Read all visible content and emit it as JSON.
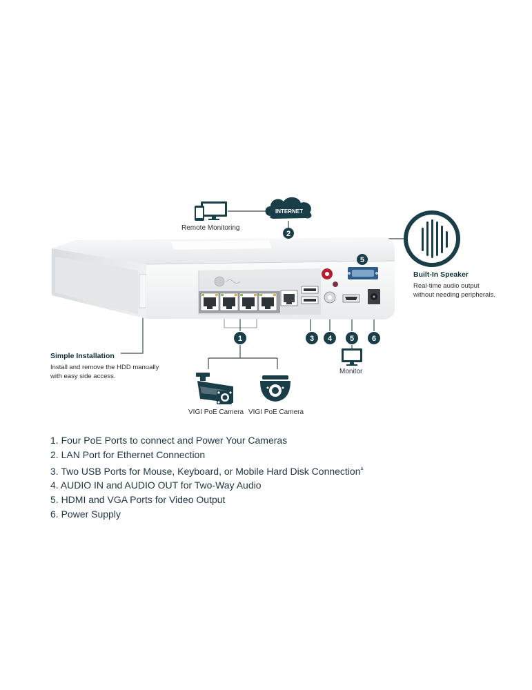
{
  "cloud": {
    "label": "INTERNET"
  },
  "remote": {
    "label": "Remote Monitoring"
  },
  "speaker": {
    "title": "Built-In Speaker",
    "desc_lines": [
      "Real-time audio output",
      "without needing peripherals."
    ]
  },
  "install": {
    "title": "Simple Installation",
    "desc_lines": [
      "Install and remove the HDD manually",
      "with easy side access."
    ]
  },
  "monitor": {
    "label": "Monitor"
  },
  "cameras": [
    {
      "label": "VIGI PoE Camera"
    },
    {
      "label": "VIGI PoE Camera"
    }
  ],
  "callouts": [
    "1",
    "2",
    "3",
    "4",
    "5",
    "6"
  ],
  "features": [
    {
      "text": "1. Four PoE Ports to connect and Power Your Cameras"
    },
    {
      "text": "2. LAN Port for Ethernet Connection"
    },
    {
      "text": "3. Two USB Ports for Mouse, Keyboard, or Mobile Hard Disk Connection",
      "sup": "Δ"
    },
    {
      "text": "4. AUDIO IN and AUDIO OUT for Two-Way Audio"
    },
    {
      "text": "5. HDMI and VGA Ports for Video Output"
    },
    {
      "text": "6. Power Supply"
    }
  ],
  "colors": {
    "primary": "#1a3e48",
    "line": "#3b4a52",
    "device": "#f2f3f4"
  }
}
